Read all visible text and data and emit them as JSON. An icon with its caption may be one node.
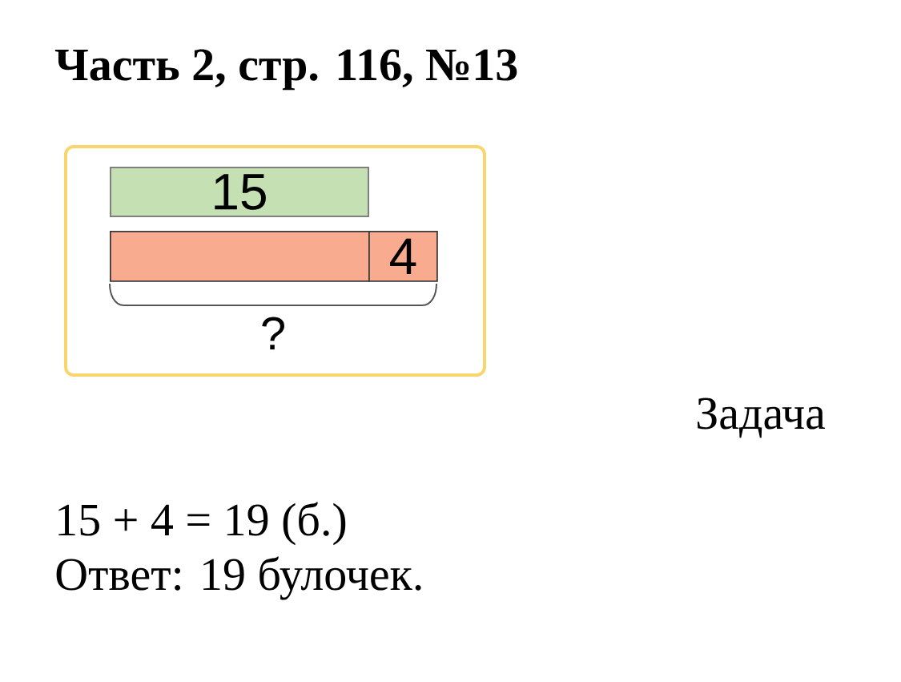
{
  "diagram": {
    "title": "Часть 2, стр. 116, №13",
    "nodes": [
      {
        "text": [],
        "shape": "box"
      },
      {
        "text": [
          "15"
        ],
        "in": 0
      },
      {
        "text": [],
        "shape": "bar",
        "in": 0
      },
      {
        "text": [
          "4"
        ],
        "in": 0
      }
    ],
    "labels": [
      "?",
      "Задача",
      "15 + 4 = 19 (б.)",
      "Ответ: 19 булочек."
    ]
  }
}
